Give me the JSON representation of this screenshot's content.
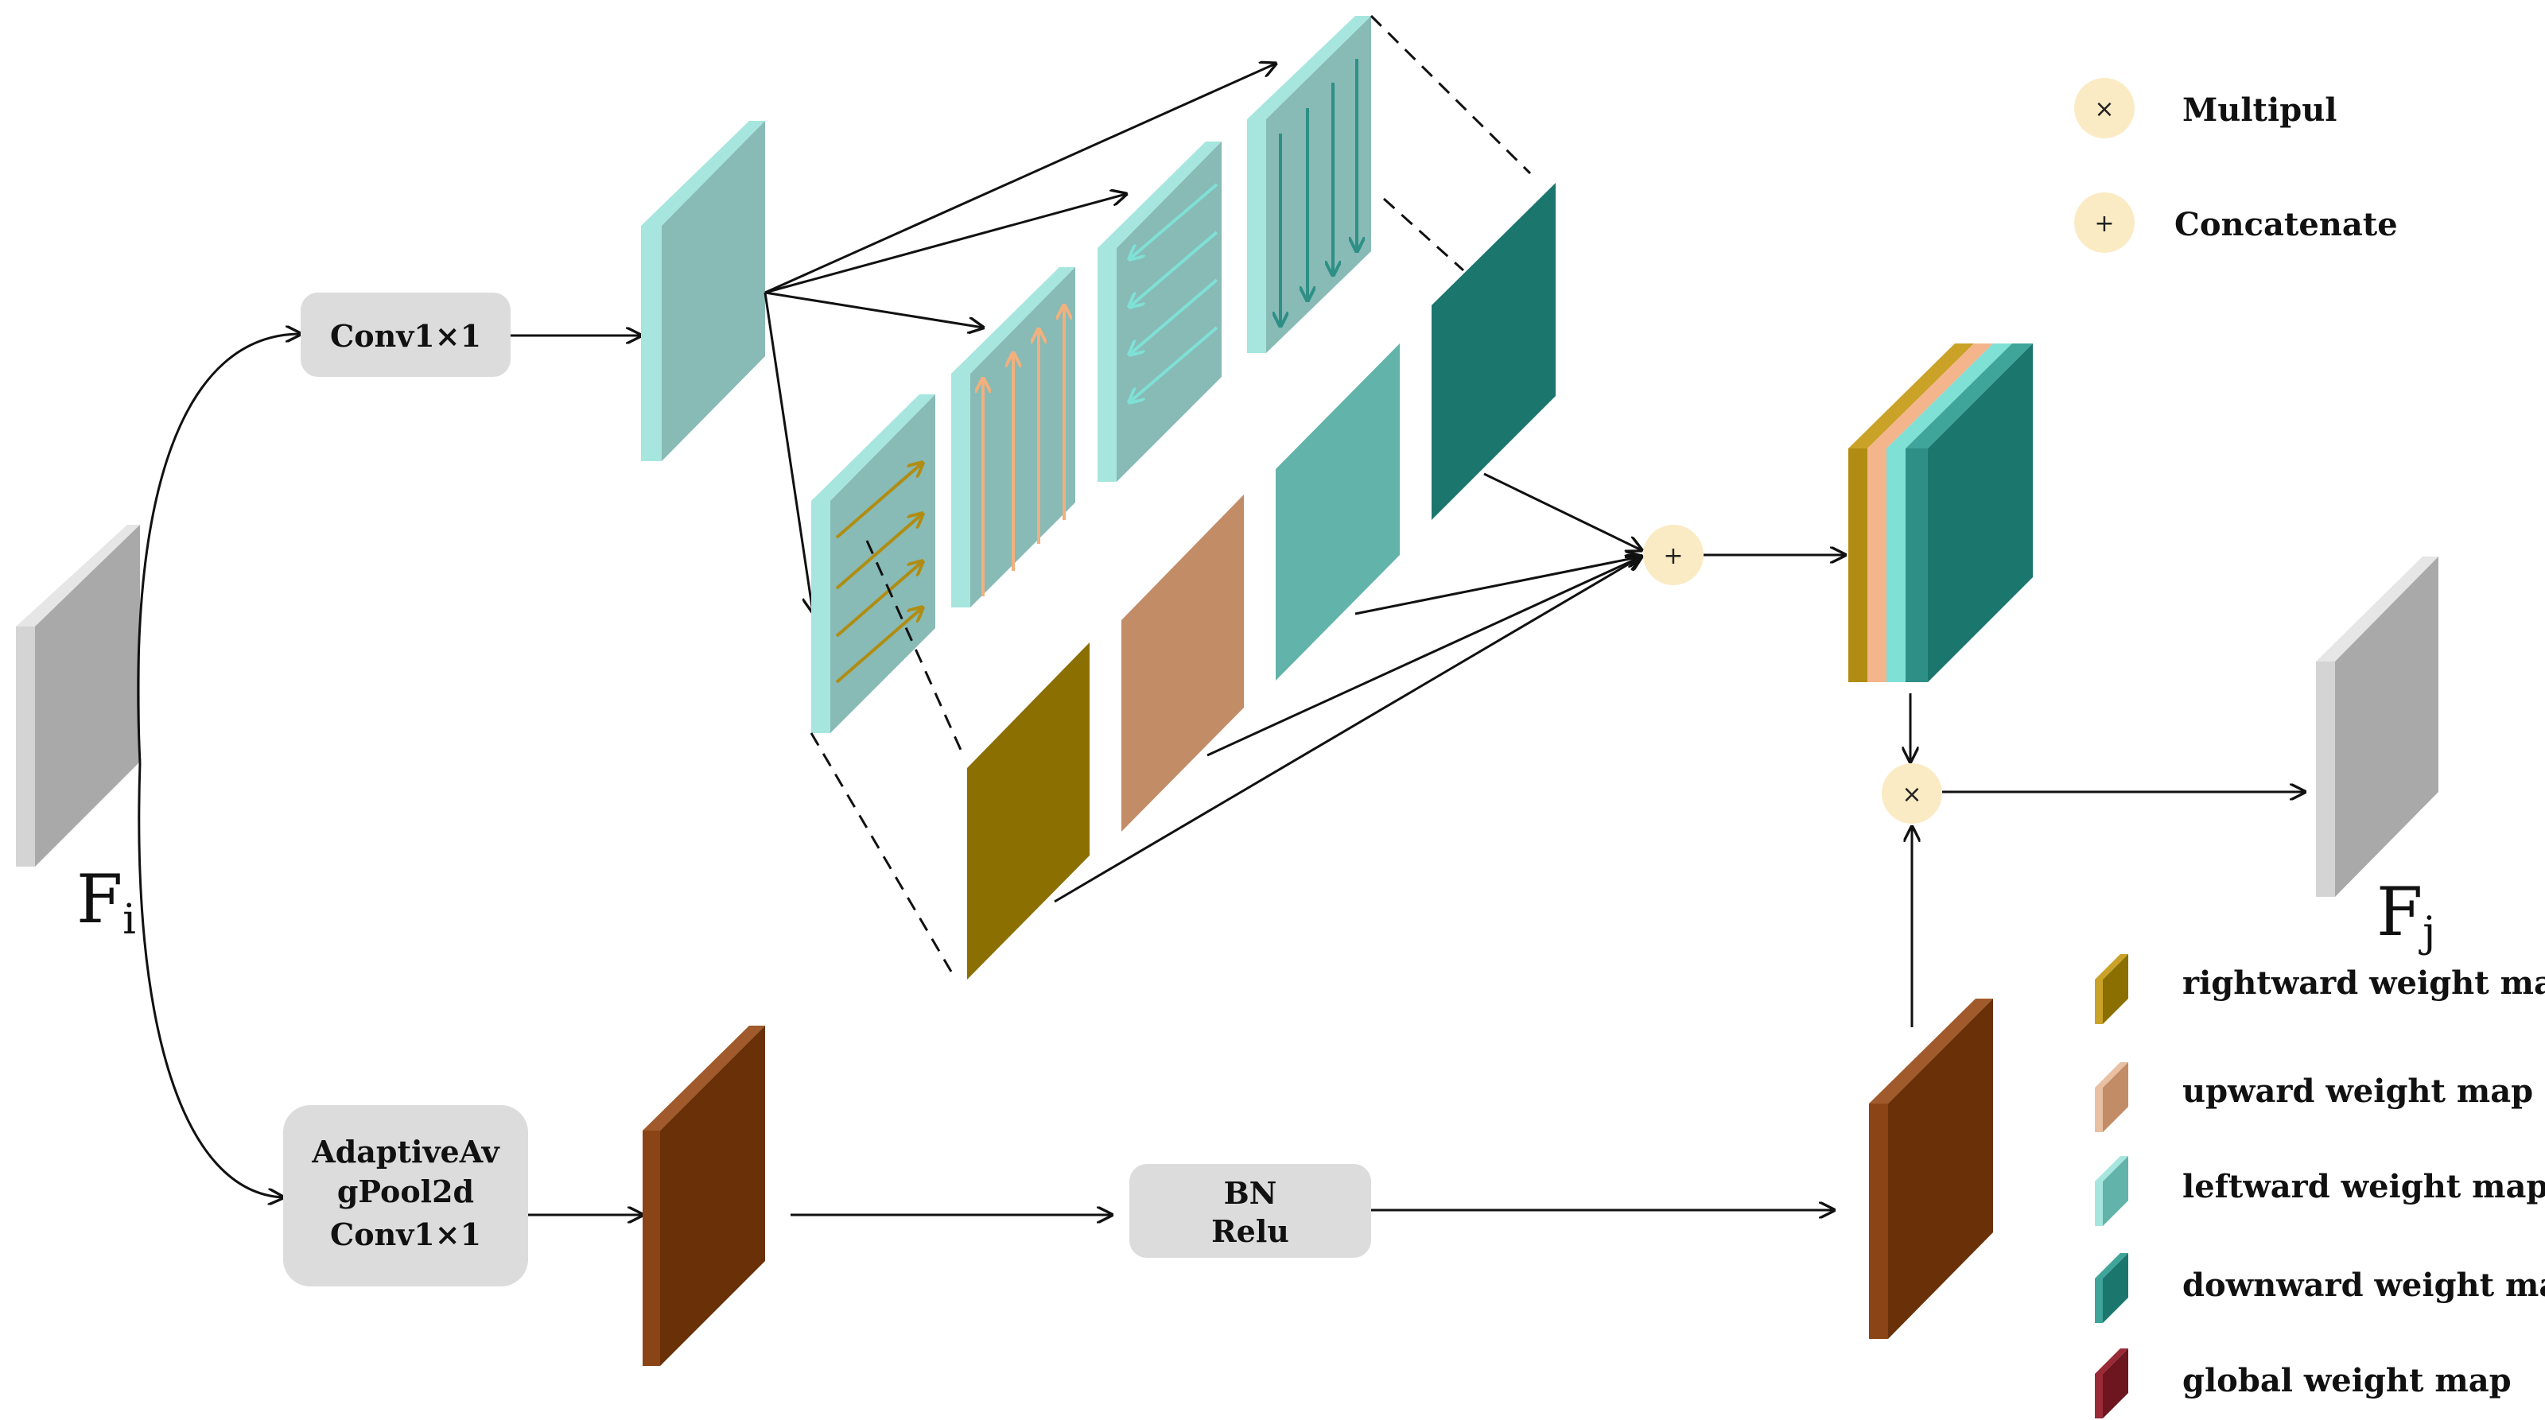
{
  "inputs": {
    "fi_main": "F",
    "fi_sub": "i",
    "fj_main": "F",
    "fj_sub": "j"
  },
  "blocks": {
    "conv_top": "Conv1×1",
    "pool_line1": "AdaptiveAv",
    "pool_line2": "gPool2d",
    "pool_line3": "Conv1×1",
    "bn_line1": "BN",
    "bn_line2": "Relu"
  },
  "operators": {
    "concat_symbol": "+",
    "multiply_symbol": "×"
  },
  "legend": {
    "multiply": {
      "symbol": "×",
      "label": "Multipul"
    },
    "concatenate": {
      "symbol": "+",
      "label": "Concatenate"
    },
    "items": [
      {
        "label": "rightward weight map",
        "color": "#8B6F00"
      },
      {
        "label": "upward weight map",
        "color": "#C28C67"
      },
      {
        "label": "leftward weight map",
        "color": "#62B3AA"
      },
      {
        "label": "downward weight map",
        "color": "#1B766E"
      },
      {
        "label": "global weight map",
        "color": "#6E1620"
      }
    ]
  },
  "colors": {
    "input_map": "#ABABAB",
    "feature_map": "#88BAB6",
    "feature_edge": "#A6E6DF",
    "global_map": "#6A3007",
    "block_fill": "#DCDCDC",
    "operator_fill": "#FBEBC5"
  }
}
